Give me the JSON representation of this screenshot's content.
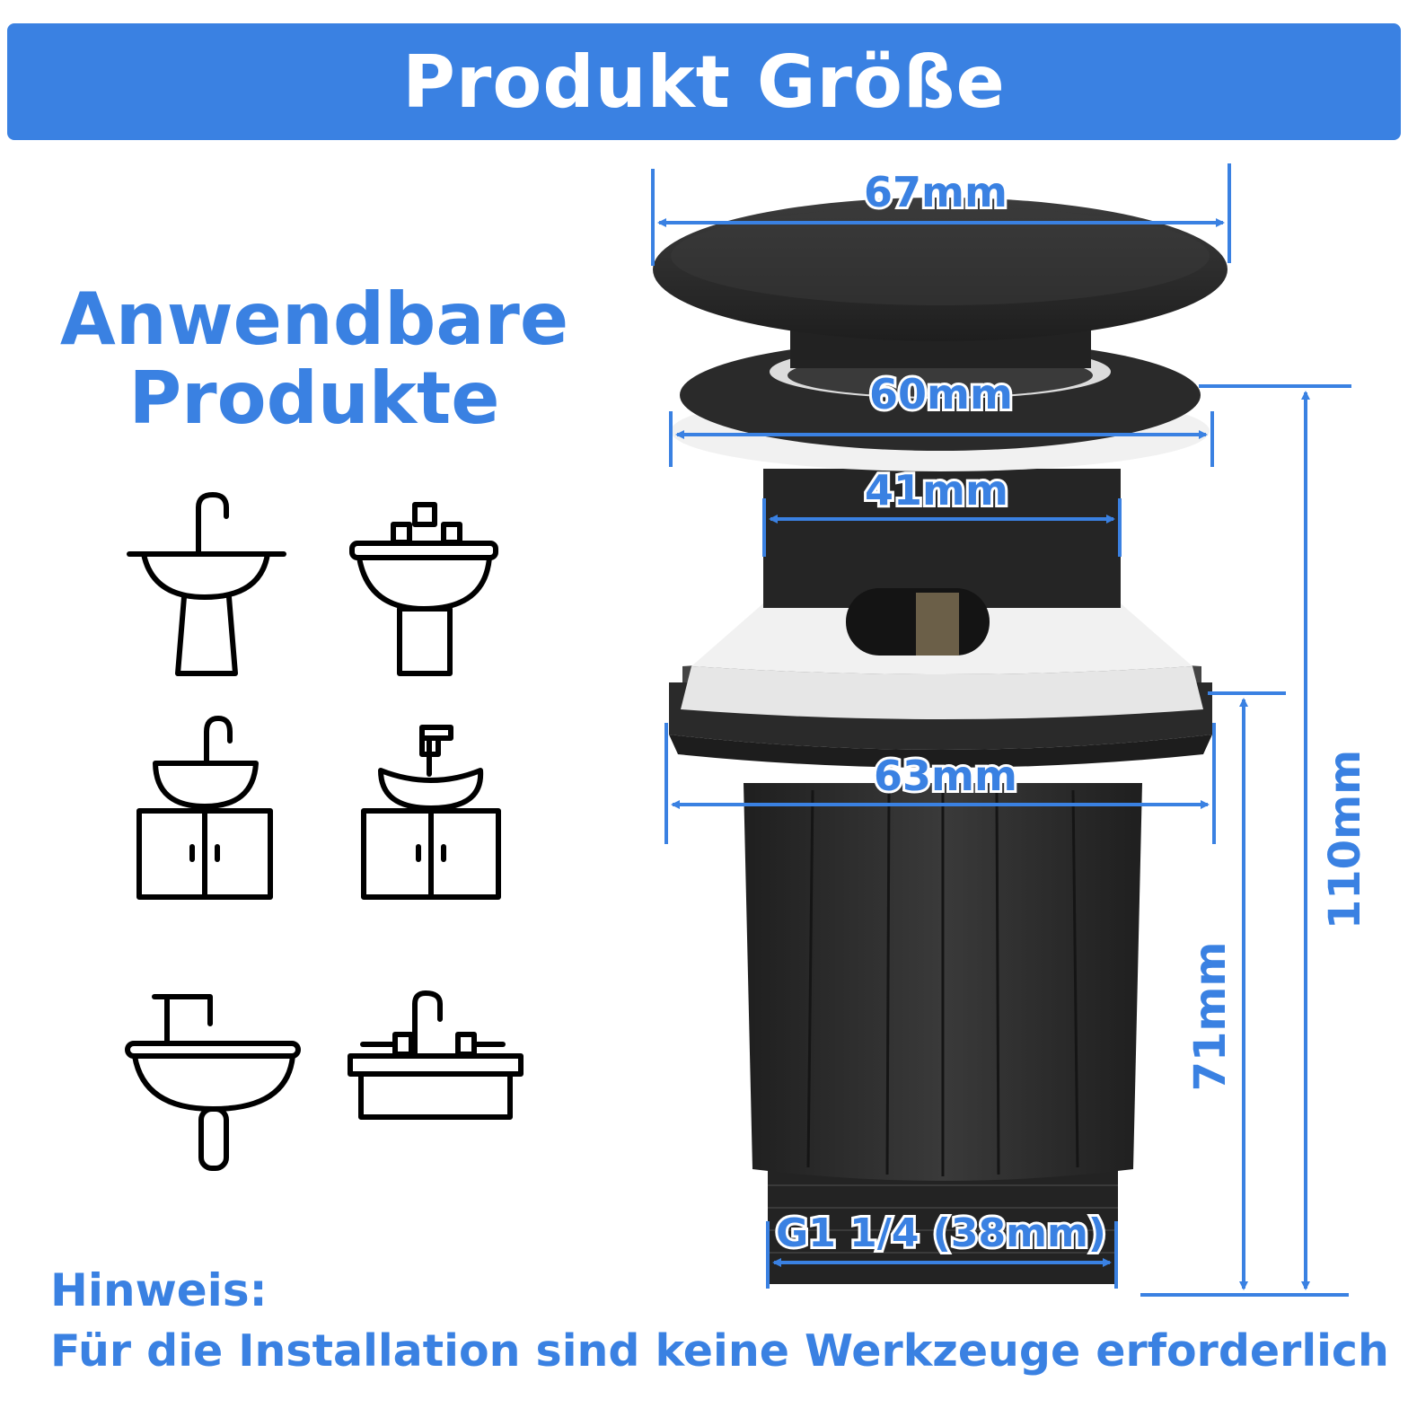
{
  "banner": {
    "title": "Produkt Größe"
  },
  "applicable": {
    "line1": "Anwendbare",
    "line2": "Produkte"
  },
  "icons": [
    "pedestal-sink-icon",
    "pedestal-basin-icon",
    "vanity-sink-icon",
    "vessel-sink-cabinet-icon",
    "wall-basin-icon",
    "countertop-sink-icon"
  ],
  "dimensions": {
    "cap_width": "67mm",
    "flange_width": "60mm",
    "body_width": "41mm",
    "base_width": "63mm",
    "thread": "G1 1/4 (38mm)",
    "lower_height": "71mm",
    "total_height": "110mm"
  },
  "note": {
    "title": "Hinweis:",
    "text": "Für die Installation sind keine Werkzeuge erforderlich"
  },
  "colors": {
    "accent": "#3a81e2",
    "product": "#2b2b2b",
    "gasket": "#f1f1f1"
  }
}
